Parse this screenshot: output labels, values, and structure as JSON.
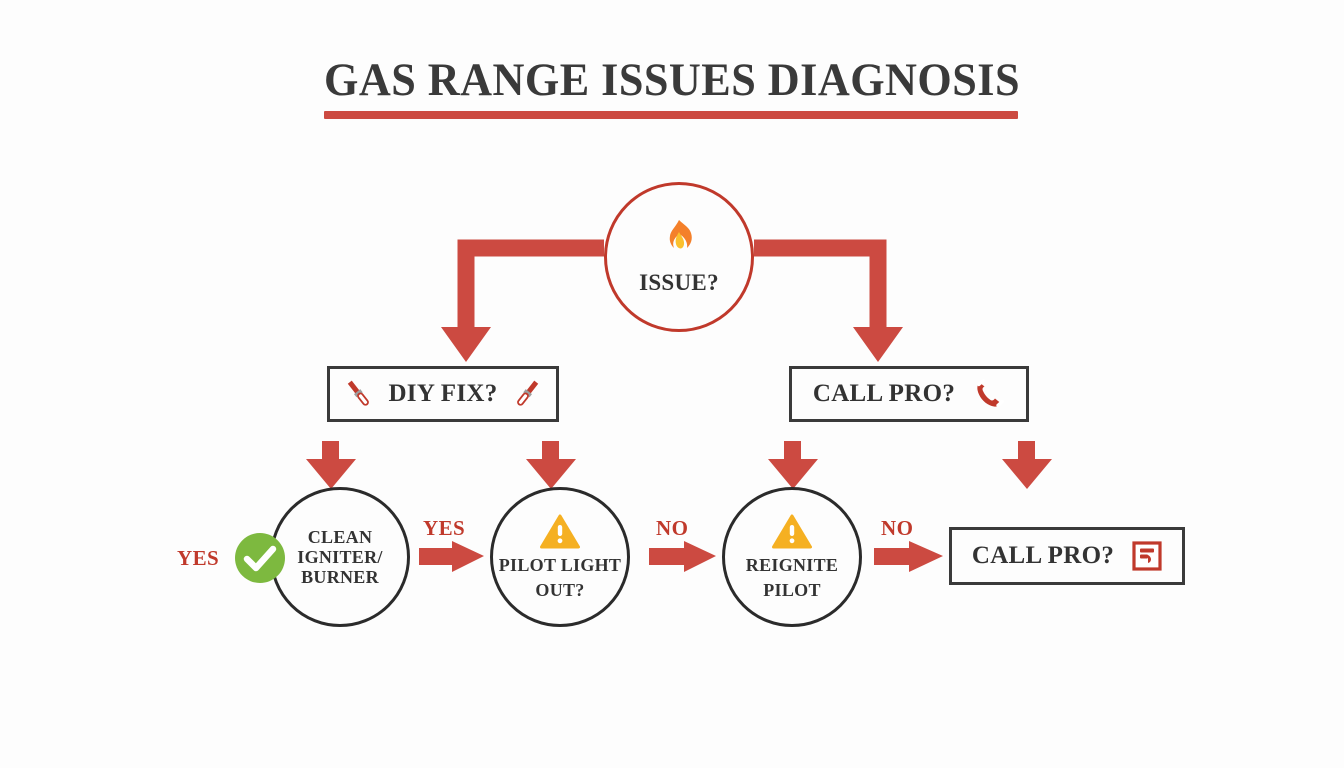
{
  "title": "GAS RANGE ISSUES DIAGNOSIS",
  "colors": {
    "background": "#FDFDFD",
    "title_text": "#3A3A3A",
    "title_underline": "#CC4A41",
    "arrow_red": "#CC4A41",
    "label_red": "#C0392B",
    "node_border_dark": "#2B2B2B",
    "box_border": "#3A3A3A",
    "root_border": "#C0392B",
    "check_green": "#7DB93F",
    "warning_amber": "#F5B022",
    "flame_orange": "#F4802A"
  },
  "nodes": [
    {
      "id": "issue",
      "shape": "circle",
      "label": "ISSUE?",
      "icon": "flame-icon",
      "icon_glyph": "🔥"
    },
    {
      "id": "diy-fix",
      "shape": "box",
      "label": "DIY FIX?",
      "icon_left": "screwdriver-icon",
      "icon_right": "screwdriver-icon"
    },
    {
      "id": "call-pro-top",
      "shape": "box",
      "label": "CALL PRO?",
      "icon_right": "telephone-icon"
    },
    {
      "id": "clean-igniter-burner",
      "shape": "circle",
      "label": "CLEAN IGNITER/ BURNER",
      "badge": "green-check-icon"
    },
    {
      "id": "pilot-light-out",
      "shape": "circle",
      "label": "PILOT LIGHT OUT?",
      "icon": "warning-triangle-icon"
    },
    {
      "id": "reignite-pilot",
      "shape": "circle",
      "label": "REIGNITE PILOT",
      "icon": "warning-triangle-icon"
    },
    {
      "id": "call-pro-bottom",
      "shape": "box",
      "label": "CALL PRO?",
      "icon_right": "document-icon"
    }
  ],
  "edge_labels": [
    {
      "id": "yes-clean",
      "text": "YES"
    },
    {
      "id": "yes-pilot",
      "text": "YES"
    },
    {
      "id": "no-reignite",
      "text": "NO"
    },
    {
      "id": "no-call-pro",
      "text": "NO"
    }
  ],
  "node_labels": {
    "issue": "ISSUE?",
    "diy_fix": "DIY FIX?",
    "call_pro_top": "CALL PRO?",
    "clean_line1": "CLEAN",
    "clean_line2": "IGNITER/",
    "clean_line3": "BURNER",
    "pilot_line1": "PILOT LIGHT",
    "pilot_line2": "OUT?",
    "reignite_line1": "REIGNITE",
    "reignite_line2": "PILOT",
    "call_pro_bottom": "CALL PRO?"
  }
}
